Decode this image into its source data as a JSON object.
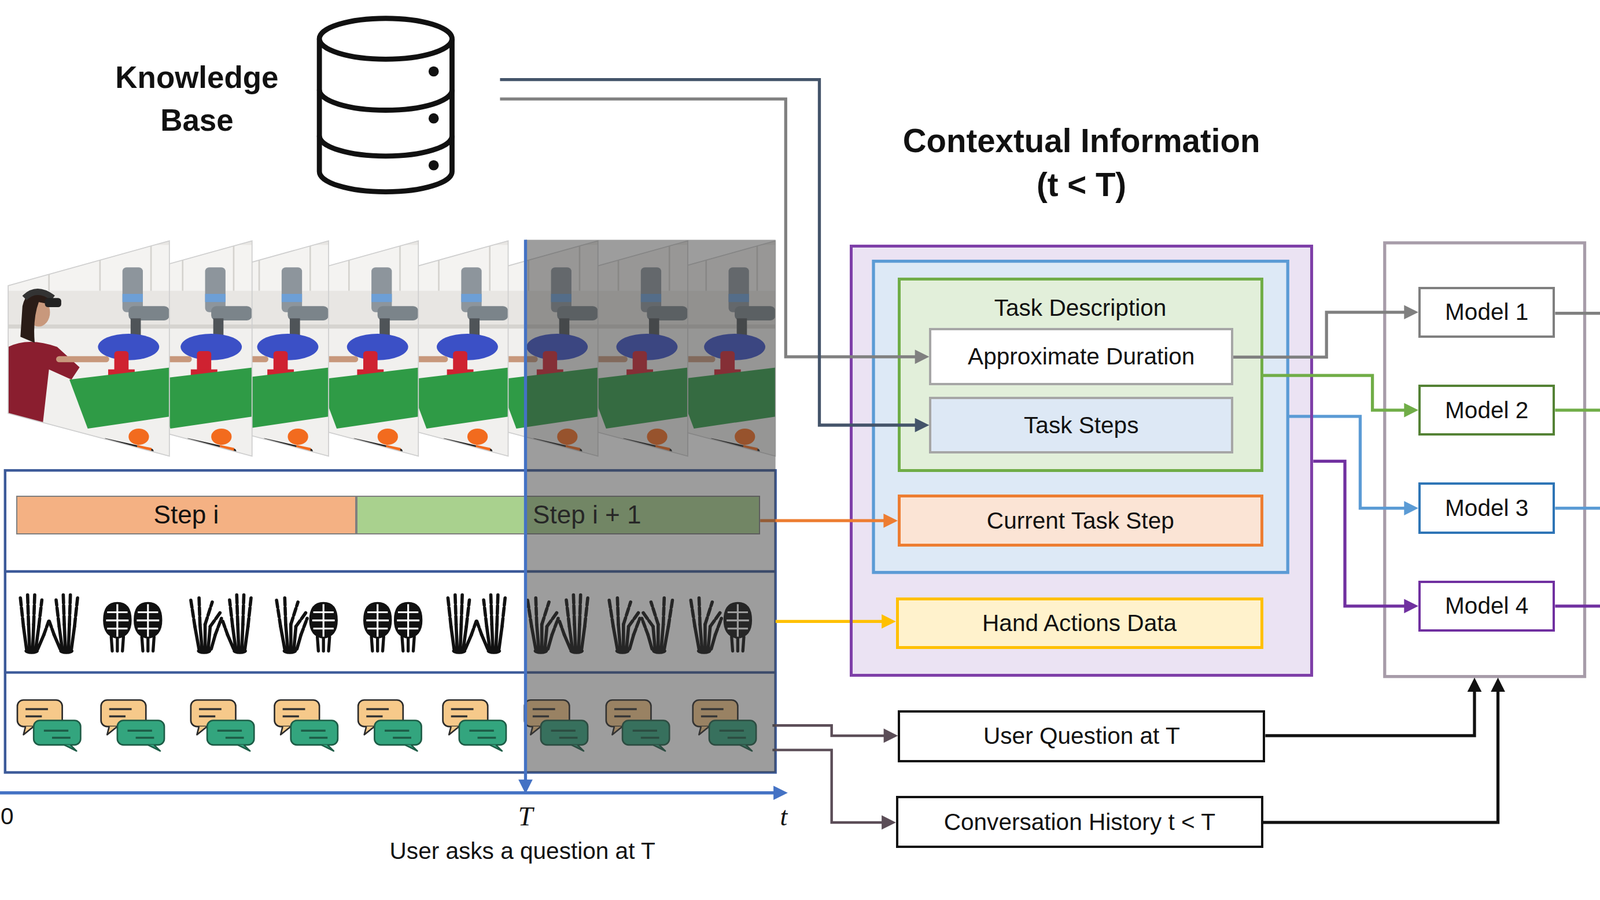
{
  "diagram": {
    "nodes": [
      {
        "text": [
          "Knowledge Base"
        ]
      },
      {
        "text": [
          "Contextual Information (t < T)"
        ]
      },
      {
        "text": [
          "Task Description"
        ],
        "in": 1
      },
      {
        "text": [
          "Approximate Duration"
        ],
        "in": 2
      },
      {
        "text": [
          "Task Steps"
        ],
        "in": 2
      },
      {
        "text": [
          "Current Task Step"
        ],
        "in": 1
      },
      {
        "text": [
          "Hand Actions Data"
        ],
        "in": 1
      },
      {
        "text": [
          "Step i"
        ]
      },
      {
        "text": [
          "Step i + 1"
        ]
      },
      {
        "text": [
          "User Question at T"
        ]
      },
      {
        "text": [
          "Conversation History t < T"
        ]
      },
      {
        "text": [
          "Model 1"
        ]
      },
      {
        "text": [
          "Model 2"
        ]
      },
      {
        "text": [
          "Model 3"
        ]
      },
      {
        "text": [
          "Model 4"
        ]
      }
    ],
    "edges": [
      {
        "from": 0,
        "to": 3,
        "arrow": "to"
      },
      {
        "from": 0,
        "to": 4,
        "arrow": "to"
      },
      {
        "from": 8,
        "to": 5,
        "arrow": "to"
      },
      {
        "from": 3,
        "to": 11,
        "arrow": "to"
      },
      {
        "from": 2,
        "to": 12,
        "arrow": "to"
      },
      {
        "from": 1,
        "to": 14,
        "arrow": "to"
      }
    ],
    "labels": [
      "0",
      "T",
      "t",
      "User asks a question at T"
    ]
  }
}
